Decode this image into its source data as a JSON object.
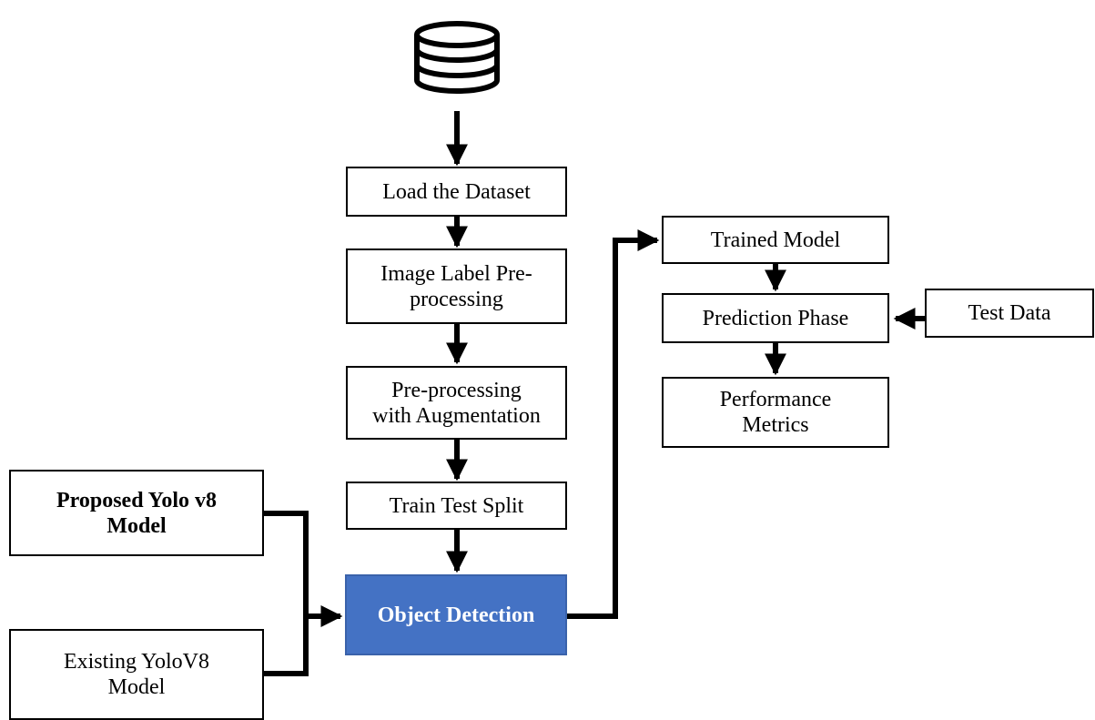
{
  "nodes": {
    "load_dataset": "Load the Dataset",
    "image_label": "Image Label Pre-\nprocessing",
    "preproc_aug": "Pre-processing\nwith Augmentation",
    "train_test_split": "Train Test Split",
    "object_detection": "Object Detection",
    "proposed_model": "Proposed Yolo v8\nModel",
    "existing_model": "Existing YoloV8\nModel",
    "trained_model": "Trained Model",
    "prediction_phase": "Prediction Phase",
    "test_data": "Test Data",
    "performance_metrics": "Performance\nMetrics"
  },
  "colors": {
    "object_detection_fill": "#4472c4",
    "stroke": "#000000"
  },
  "icons": [
    "database-icon"
  ]
}
